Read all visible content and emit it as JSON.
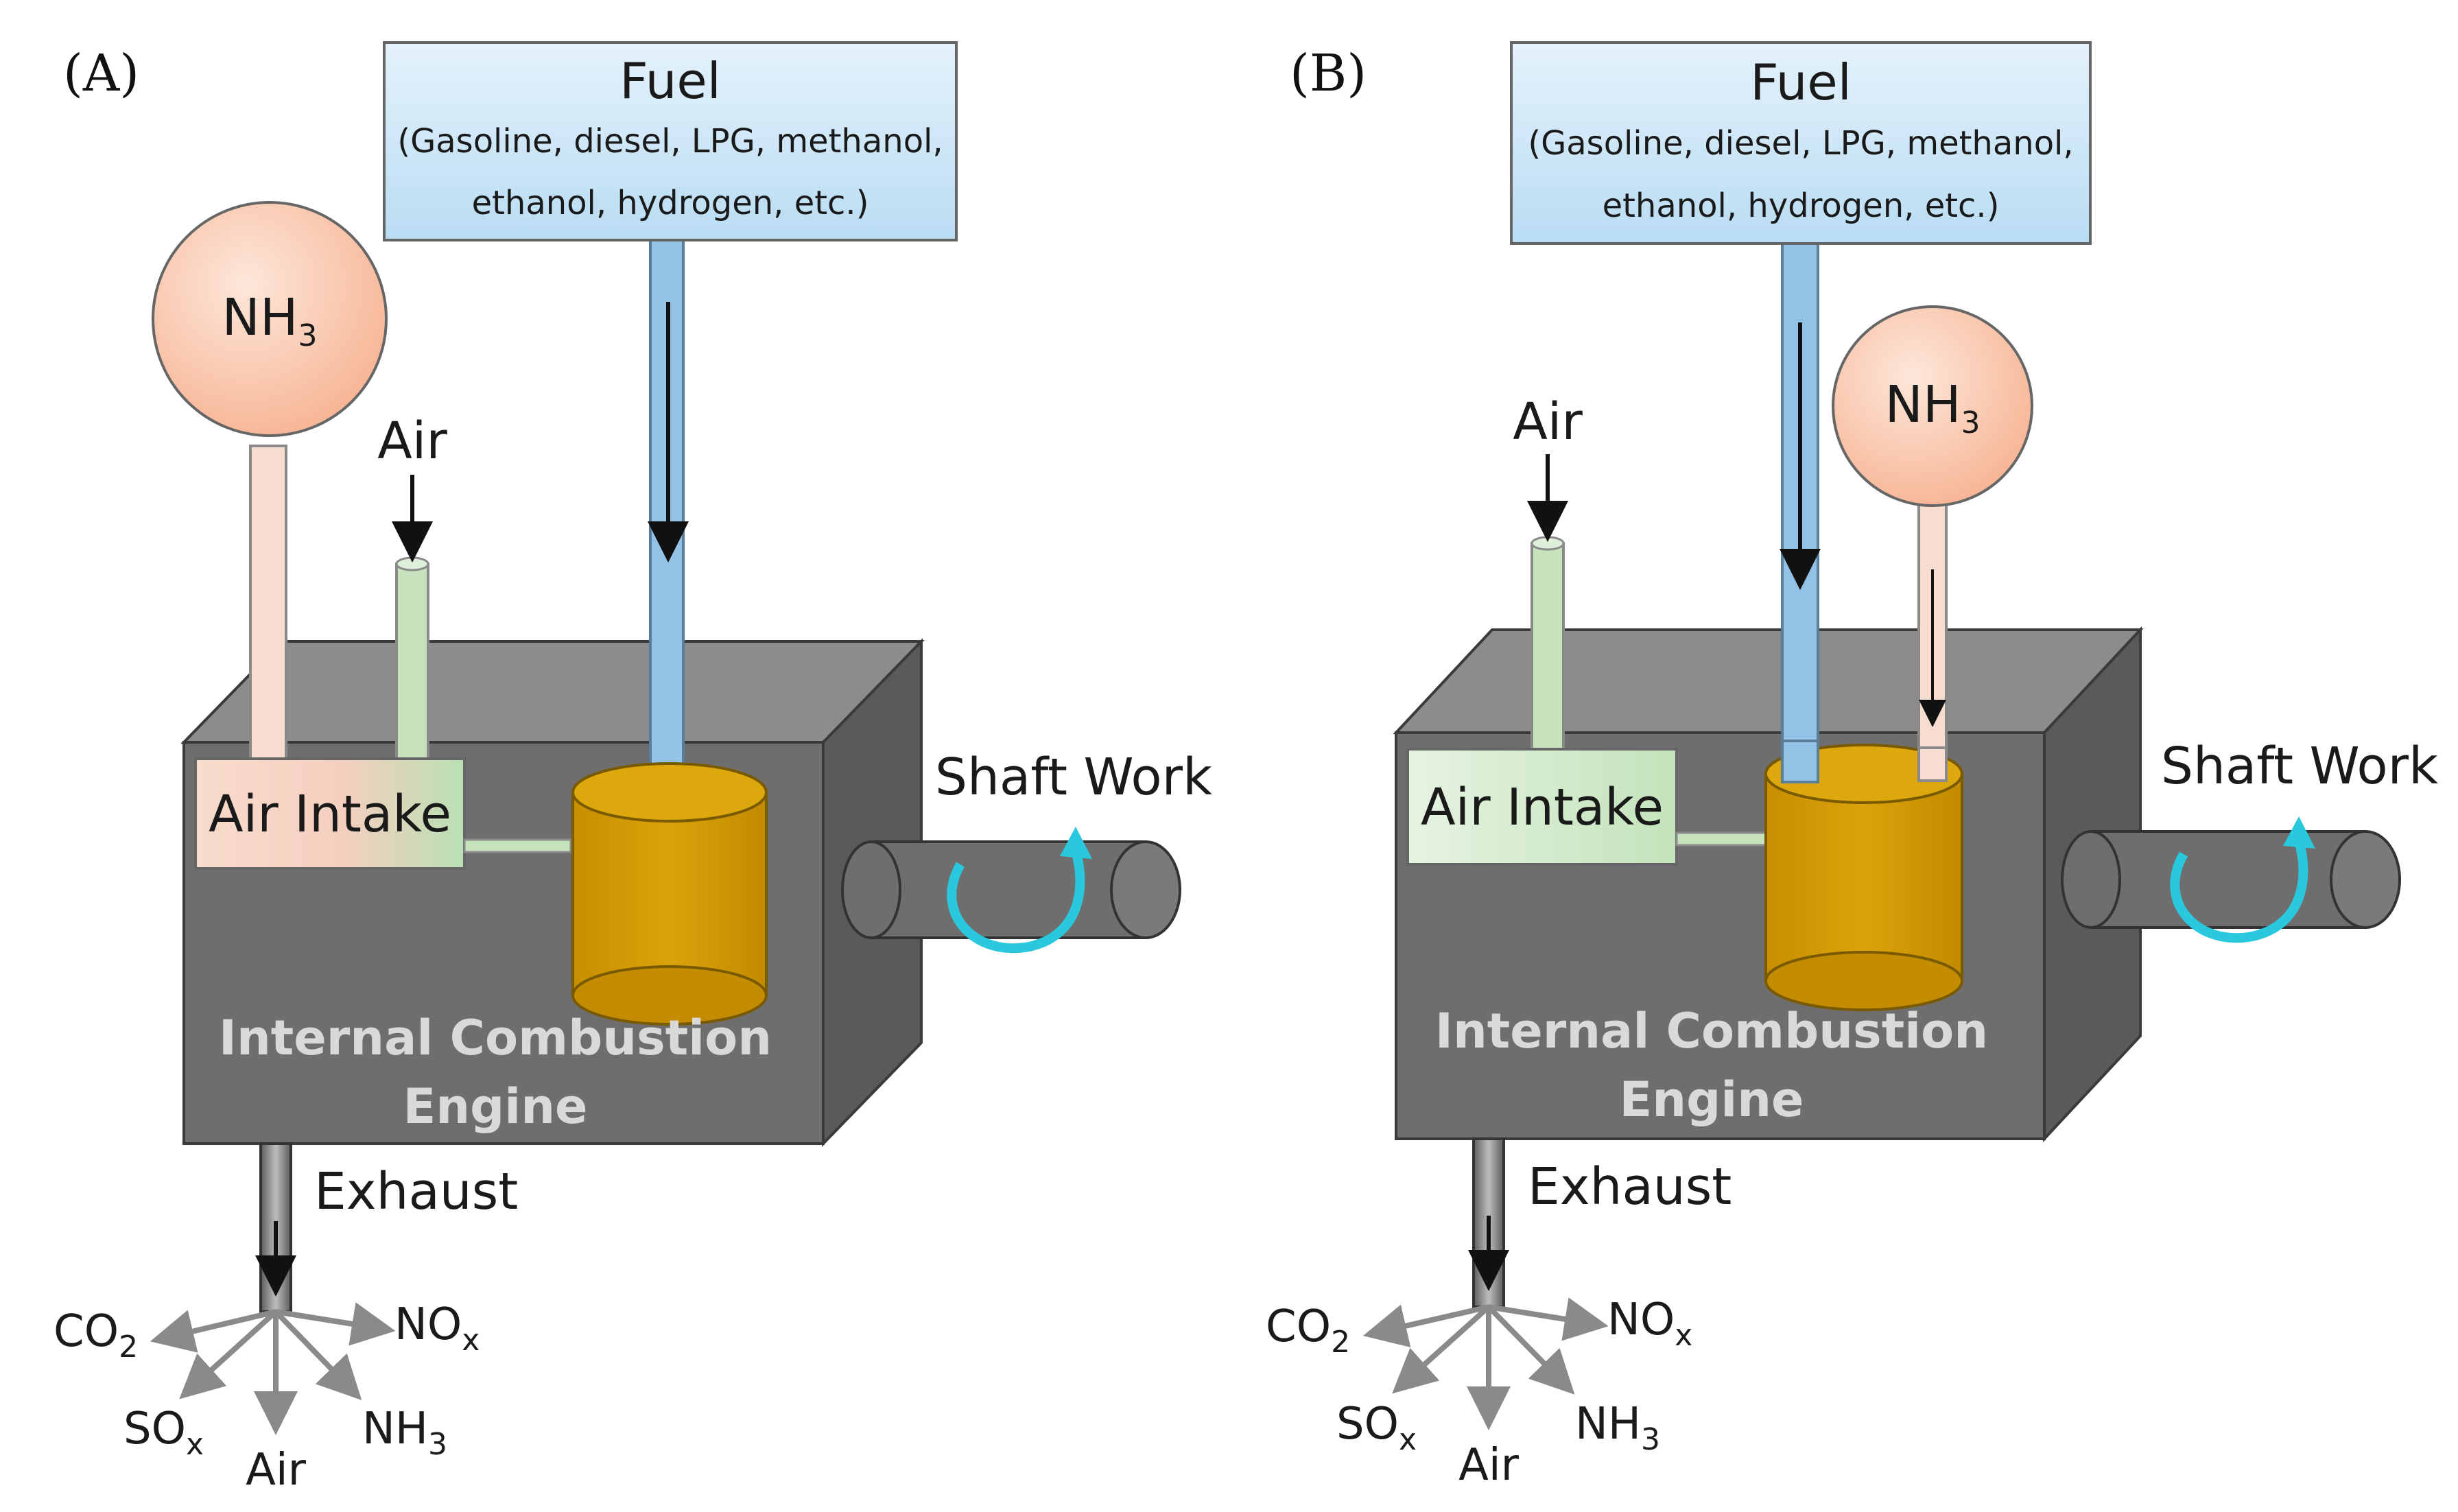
{
  "panels": [
    {
      "label": "(A)",
      "fuel": {
        "title": "Fuel",
        "line1": "(Gasoline, diesel, LPG, methanol,",
        "line2": "ethanol, hydrogen, etc.)"
      },
      "nh3": {
        "main": "NH",
        "sub": "3"
      },
      "air_label": "Air",
      "air_intake": "Air Intake",
      "shaft_work": "Shaft Work",
      "engine_line1": "Internal Combustion",
      "engine_line2": "Engine",
      "exhaust": "Exhaust",
      "emissions": {
        "co2": {
          "main": "CO",
          "sub": "2"
        },
        "nox": {
          "main": "NO",
          "sub": "x"
        },
        "sox": {
          "main": "SO",
          "sub": "x"
        },
        "air": "Air",
        "nh3": {
          "main": "NH",
          "sub": "3"
        }
      }
    },
    {
      "label": "(B)",
      "fuel": {
        "title": "Fuel",
        "line1": "(Gasoline, diesel, LPG, methanol,",
        "line2": "ethanol, hydrogen, etc.)"
      },
      "nh3": {
        "main": "NH",
        "sub": "3"
      },
      "air_label": "Air",
      "air_intake": "Air Intake",
      "shaft_work": "Shaft Work",
      "engine_line1": "Internal Combustion",
      "engine_line2": "Engine",
      "exhaust": "Exhaust",
      "emissions": {
        "co2": {
          "main": "CO",
          "sub": "2"
        },
        "nox": {
          "main": "NO",
          "sub": "x"
        },
        "sox": {
          "main": "SO",
          "sub": "x"
        },
        "air": "Air",
        "nh3": {
          "main": "NH",
          "sub": "3"
        }
      }
    }
  ],
  "colors": {
    "engine_front": "#6e6e6e",
    "engine_top": "#8c8c8c",
    "engine_side": "#5a5a5a",
    "cylinder": "#d49a00",
    "fuel_box": "#cfe6f5",
    "fuel_pipe": "#92c2e6",
    "nh3_ball": "#f9c1a3",
    "nh3_pipe": "#f7ddd0",
    "air_pipe": "#c6e3be",
    "shaft_arrow": "#29c8dc",
    "emission_arrow": "#8a8a8a"
  }
}
